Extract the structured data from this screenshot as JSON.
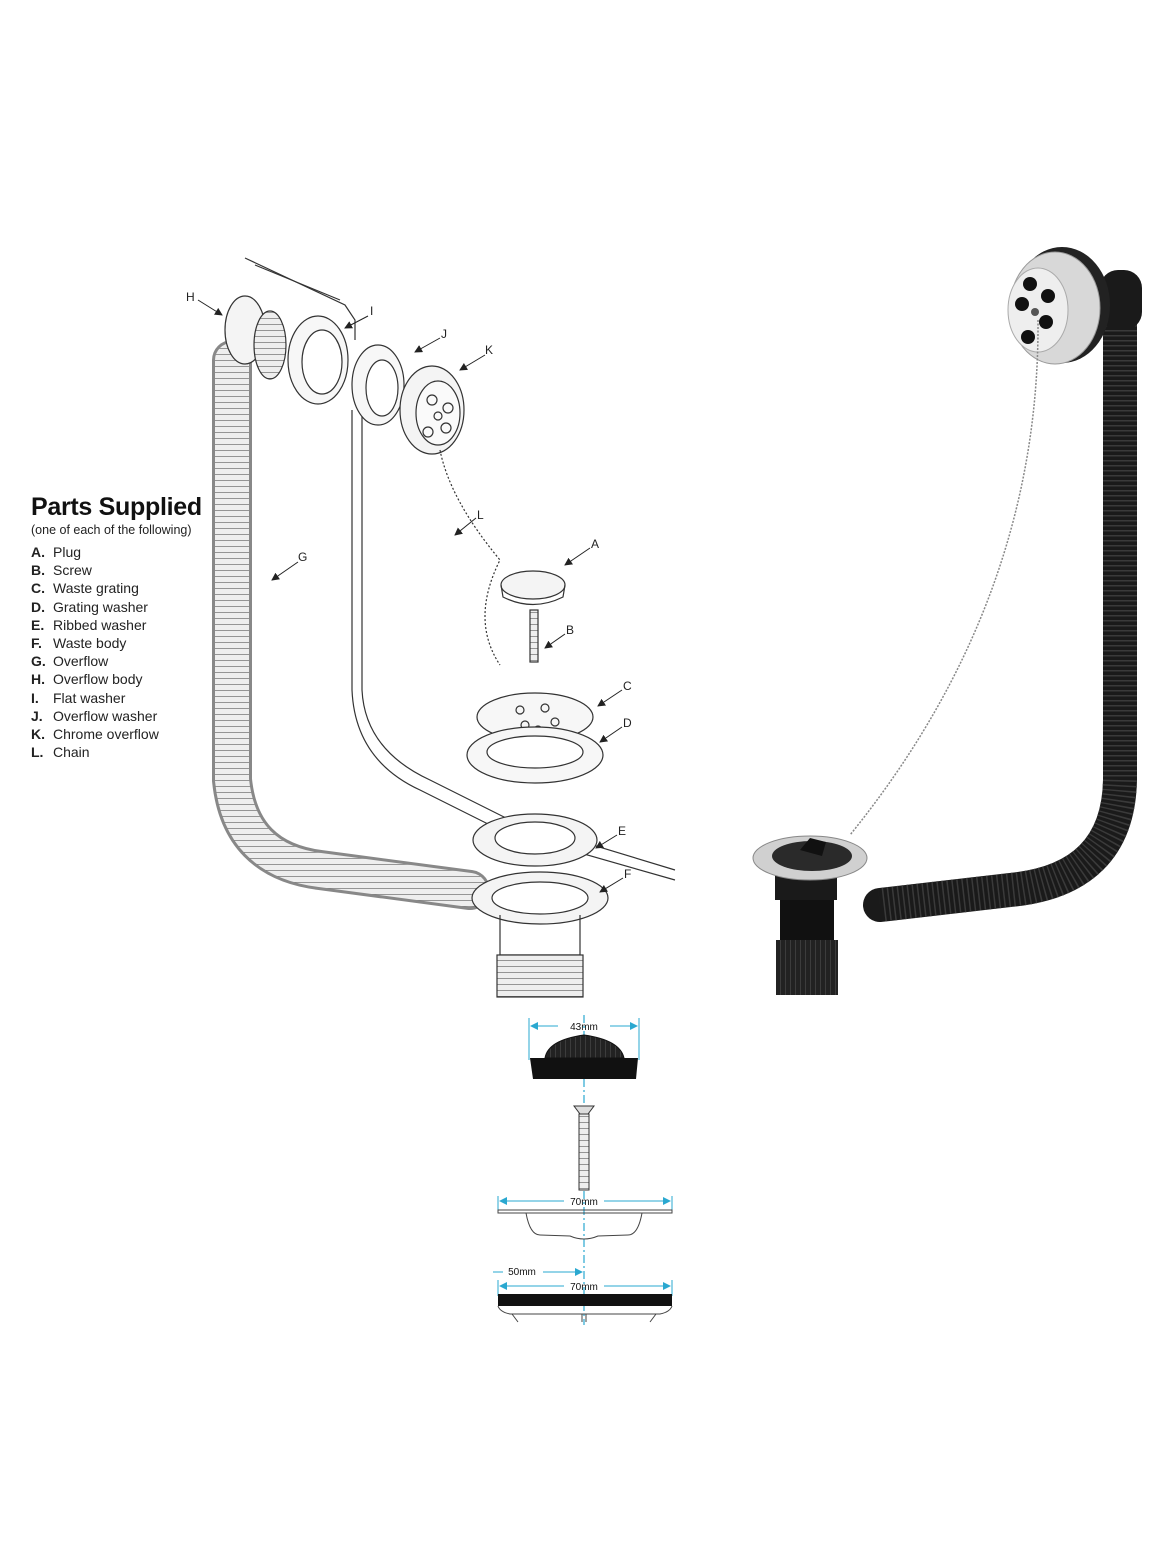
{
  "legend": {
    "title": "Parts Supplied",
    "subtitle": "(one of each of the following)",
    "items": [
      {
        "letter": "A.",
        "name": "Plug"
      },
      {
        "letter": "B.",
        "name": "Screw"
      },
      {
        "letter": "C.",
        "name": "Waste grating"
      },
      {
        "letter": "D.",
        "name": "Grating washer"
      },
      {
        "letter": "E.",
        "name": "Ribbed washer"
      },
      {
        "letter": "F.",
        "name": "Waste body"
      },
      {
        "letter": "G.",
        "name": "Overflow"
      },
      {
        "letter": "H.",
        "name": "Overflow body"
      },
      {
        "letter": "I.",
        "name": "Flat washer"
      },
      {
        "letter": "J.",
        "name": "Overflow washer"
      },
      {
        "letter": "K.",
        "name": "Chrome overflow"
      },
      {
        "letter": "L.",
        "name": "Chain"
      }
    ]
  },
  "callouts": {
    "A": "A",
    "B": "B",
    "C": "C",
    "D": "D",
    "E": "E",
    "F": "F",
    "G": "G",
    "H": "H",
    "I": "I",
    "J": "J",
    "K": "K",
    "L": "L"
  },
  "dimensions": {
    "plug_width": "43mm",
    "grating_width": "70mm",
    "flange_width": "70mm",
    "body_width": "50mm"
  },
  "colors": {
    "dimension_line": "#2aa8d0",
    "line_art": "#333333",
    "pipe": "#1a1a1a",
    "chrome": "#c8c8c8"
  }
}
